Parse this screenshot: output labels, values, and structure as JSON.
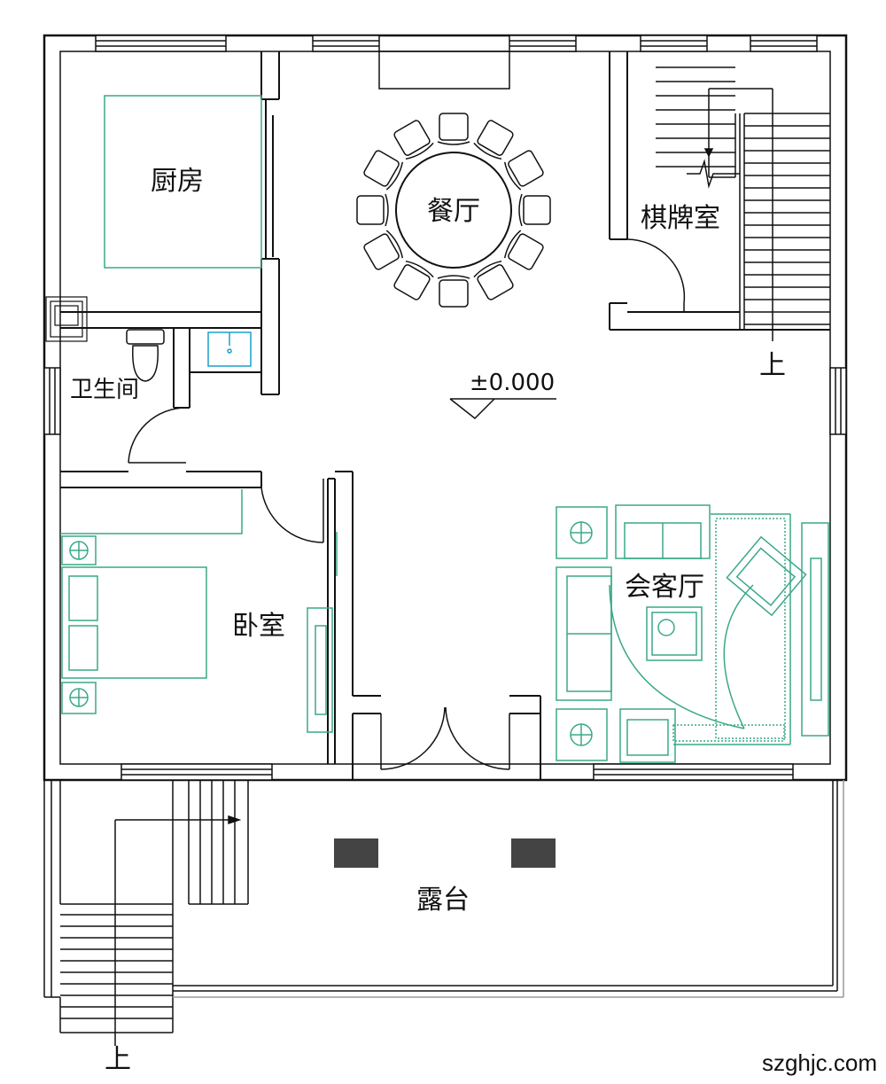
{
  "rooms": {
    "kitchen": "厨房",
    "dining": "餐厅",
    "chess_room": "棋牌室",
    "bathroom": "卫生间",
    "bedroom": "卧室",
    "living_room": "会客厅",
    "terrace": "露台"
  },
  "elevation_mark": "±0.000",
  "stair_up_right": "上",
  "stair_up_left": "上",
  "watermark": "szghjc.com",
  "colors": {
    "wall": "#111111",
    "furniture": "#3aa889",
    "sink": "#1aa0c8",
    "column": "#444444"
  }
}
